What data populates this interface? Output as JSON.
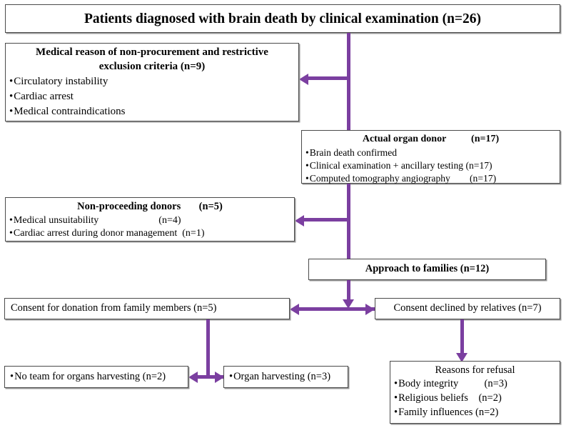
{
  "figure": {
    "type": "flowchart",
    "accent_color": "#7B3FA0",
    "box_border_color": "#4A4A4A",
    "background": "#FFFFFF"
  },
  "title_box": {
    "text": "Patients diagnosed with brain death by clinical examination (n=26)"
  },
  "medical_box": {
    "heading_line1": "Medical reason of non-procurement and restrictive",
    "heading_line2": "exclusion criteria (n=9)",
    "items": [
      "Circulatory instability",
      "Cardiac arrest",
      "Medical contraindications"
    ]
  },
  "donor_box": {
    "heading": "Actual organ donor          (n=17)",
    "items": [
      "Brain death confirmed",
      "Clinical examination + ancillary testing (n=17)",
      "Computed tomography angiography        (n=17)"
    ]
  },
  "nonproceeding_box": {
    "heading": "Non-proceeding donors       (n=5)",
    "items": [
      "Medical unsuitability                        (n=4)",
      "Cardiac arrest during donor management  (n=1)"
    ]
  },
  "approach_box": {
    "text": "Approach to families (n=12)"
  },
  "consent_yes_box": {
    "text": "Consent for donation from family members (n=5)"
  },
  "consent_no_box": {
    "text": "Consent declined by relatives  (n=7)"
  },
  "no_team_box": {
    "text": "No team for organs harvesting  (n=2)"
  },
  "harvesting_box": {
    "text": "Organ harvesting (n=3)"
  },
  "refusal_box": {
    "heading": "Reasons for refusal",
    "items": [
      "Body integrity          (n=3)",
      "Religious beliefs    (n=2)",
      "Family influences (n=2)"
    ]
  },
  "connectors": {
    "title_to_donor": "vertical-line",
    "branch_to_medical": "left-arrow",
    "donor_to_approach": "vertical-line",
    "branch_to_nonproceeding": "left-arrow",
    "approach_to_consent": "down-arrow",
    "consent_yes_no_link": "double-headed-horizontal-arrow",
    "consent_yes_to_bottom": "vertical-line",
    "noteam_harvest_link": "double-headed-horizontal-arrow",
    "consent_no_to_refusal": "down-arrow"
  }
}
